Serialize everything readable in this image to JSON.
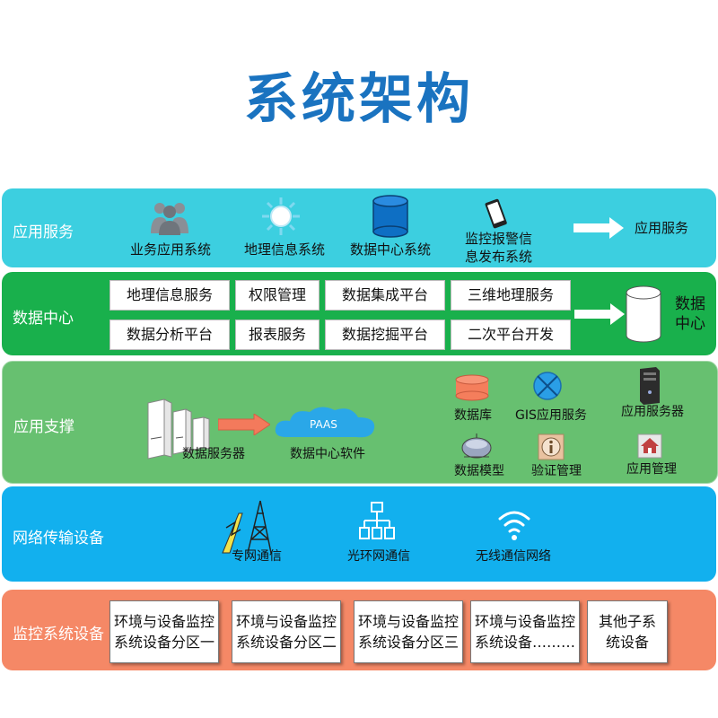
{
  "title": "系统架构",
  "layers": {
    "app_service": {
      "label": "应用服务",
      "items": [
        "业务应用系统",
        "地理信息系统",
        "数据中心系统",
        "监控报警信",
        "息发布系统"
      ],
      "target": "应用服务"
    },
    "data_center": {
      "label": "数据中心",
      "boxes": [
        "地理信息服务",
        "权限管理",
        "数据集成平台",
        "三维地理服务",
        "数据分析平台",
        "报表服务",
        "数据挖掘平台",
        "二次平台开发"
      ],
      "target_line1": "数据",
      "target_line2": "中心"
    },
    "app_support": {
      "label": "应用支撑",
      "server_label": "数据服务器",
      "cloud_text": "PAAS",
      "cloud_label": "数据中心软件",
      "items": [
        "数据库",
        "GIS应用服务",
        "应用服务器",
        "数据模型",
        "验证管理",
        "应用管理"
      ]
    },
    "network": {
      "label": "网络传输设备",
      "items": [
        "专网通信",
        "光环网通信",
        "无线通信网络"
      ]
    },
    "monitoring": {
      "label": "监控系统设备",
      "boxes": [
        {
          "line1": "环境与设备监控",
          "line2": "系统设备分区一"
        },
        {
          "line1": "环境与设备监控",
          "line2": "系统设备分区二"
        },
        {
          "line1": "环境与设备监控",
          "line2": "系统设备分区三"
        },
        {
          "line1": "环境与设备监控",
          "line2": "系统设备………"
        },
        {
          "line1": "其他子系",
          "line2": "统设备"
        }
      ]
    }
  },
  "colors": {
    "title": "#1a73c0",
    "app_service": "#3ccfe0",
    "data_center": "#19b04c",
    "app_support": "#67c070",
    "network": "#12b0ee",
    "monitoring": "#f58866"
  }
}
